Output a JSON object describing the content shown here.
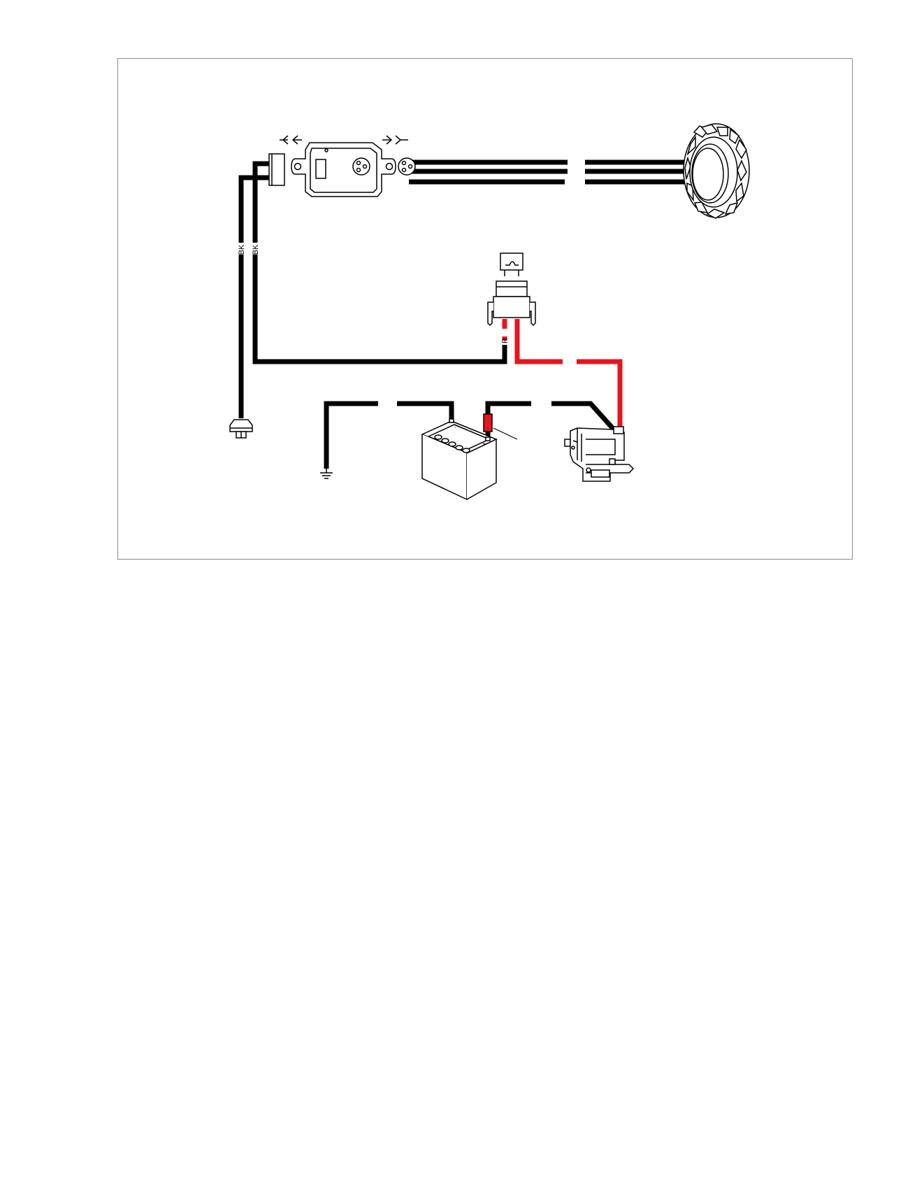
{
  "colors": {
    "wire_black": "#000000",
    "wire_red": "#e8141c",
    "frame_border": "#8c8c8c",
    "background": "#ffffff"
  },
  "wire_labels": {
    "bk_left": "BK",
    "bk_right": "BK",
    "red": "R"
  },
  "components": [
    {
      "name": "connector-icon"
    },
    {
      "name": "voltage-regulator-icon"
    },
    {
      "name": "plug-connector-icon"
    },
    {
      "name": "stator-icon"
    },
    {
      "name": "fuse-icon"
    },
    {
      "name": "relay-icon"
    },
    {
      "name": "ground-stud-icon"
    },
    {
      "name": "chassis-ground-icon"
    },
    {
      "name": "battery-icon"
    },
    {
      "name": "inline-fuse-icon"
    },
    {
      "name": "starter-motor-icon"
    }
  ]
}
